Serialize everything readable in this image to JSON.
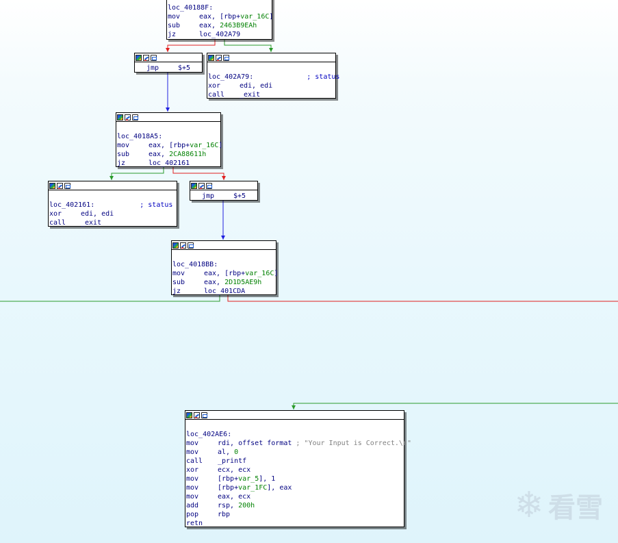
{
  "colors": {
    "true_edge": "#2a9a2a",
    "false_edge": "#e02020",
    "jump_edge": "#2020e0",
    "mnemonic": "#000080",
    "immediate": "#008000",
    "comment": "#808080"
  },
  "header_icons": [
    "graph-color-icon",
    "edit-icon",
    "comment-icon"
  ],
  "blocks": {
    "b1": {
      "lines": [
        {
          "label": "loc_40188F:"
        },
        {
          "mn": "mov",
          "ops": "eax, [rbp+",
          "var": "var_16C",
          "tail": "]"
        },
        {
          "mn": "sub",
          "ops": "eax, ",
          "num": "2463B9EAh"
        },
        {
          "mn": "jz",
          "ops": "loc_402A79"
        }
      ]
    },
    "b2": {
      "lines": [
        {
          "mn": "jmp",
          "ops": "$+5"
        }
      ]
    },
    "b3": {
      "lines": [
        {
          "label": "loc_402A79:",
          "comment": "; status"
        },
        {
          "mn": "xor",
          "ops": "edi, edi"
        },
        {
          "mn": "call",
          "ops": "_exit"
        }
      ]
    },
    "b4": {
      "lines": [
        {
          "label": "loc_4018A5:"
        },
        {
          "mn": "mov",
          "ops": "eax, [rbp+",
          "var": "var_16C",
          "tail": "]"
        },
        {
          "mn": "sub",
          "ops": "eax, ",
          "num": "2CA88611h"
        },
        {
          "mn": "jz",
          "ops": "loc_402161"
        }
      ]
    },
    "b5": {
      "lines": [
        {
          "label": "loc_402161:",
          "comment": "; status"
        },
        {
          "mn": "xor",
          "ops": "edi, edi"
        },
        {
          "mn": "call",
          "ops": "_exit"
        }
      ]
    },
    "b6": {
      "lines": [
        {
          "mn": "jmp",
          "ops": "$+5"
        }
      ]
    },
    "b7": {
      "lines": [
        {
          "label": "loc_4018BB:"
        },
        {
          "mn": "mov",
          "ops": "eax, [rbp+",
          "var": "var_16C",
          "tail": "]"
        },
        {
          "mn": "sub",
          "ops": "eax, ",
          "num": "2D1D5AE9h"
        },
        {
          "mn": "jz",
          "ops": "loc_401CDA"
        }
      ]
    },
    "b8": {
      "lines": [
        {
          "label": "loc_402AE6:"
        },
        {
          "mn": "mov",
          "ops": "rdi, offset format",
          "cmt": " ; \"Your Input is Correct.\\n\""
        },
        {
          "mn": "mov",
          "ops": "al, ",
          "num": "0"
        },
        {
          "mn": "call",
          "ops": "_printf"
        },
        {
          "mn": "xor",
          "ops": "ecx, ecx"
        },
        {
          "mn": "mov",
          "ops": "[rbp+",
          "var": "var_5",
          "tail": "], 1"
        },
        {
          "mn": "mov",
          "ops": "[rbp+",
          "var": "var_1FC",
          "tail": "], eax"
        },
        {
          "mn": "mov",
          "ops": "eax, ecx"
        },
        {
          "mn": "add",
          "ops": "rsp, ",
          "num": "200h"
        },
        {
          "mn": "pop",
          "ops": "rbp"
        },
        {
          "mn": "retn",
          "ops": ""
        }
      ]
    }
  },
  "watermark": {
    "text": "看雪",
    "icon": "snowflake-icon"
  }
}
